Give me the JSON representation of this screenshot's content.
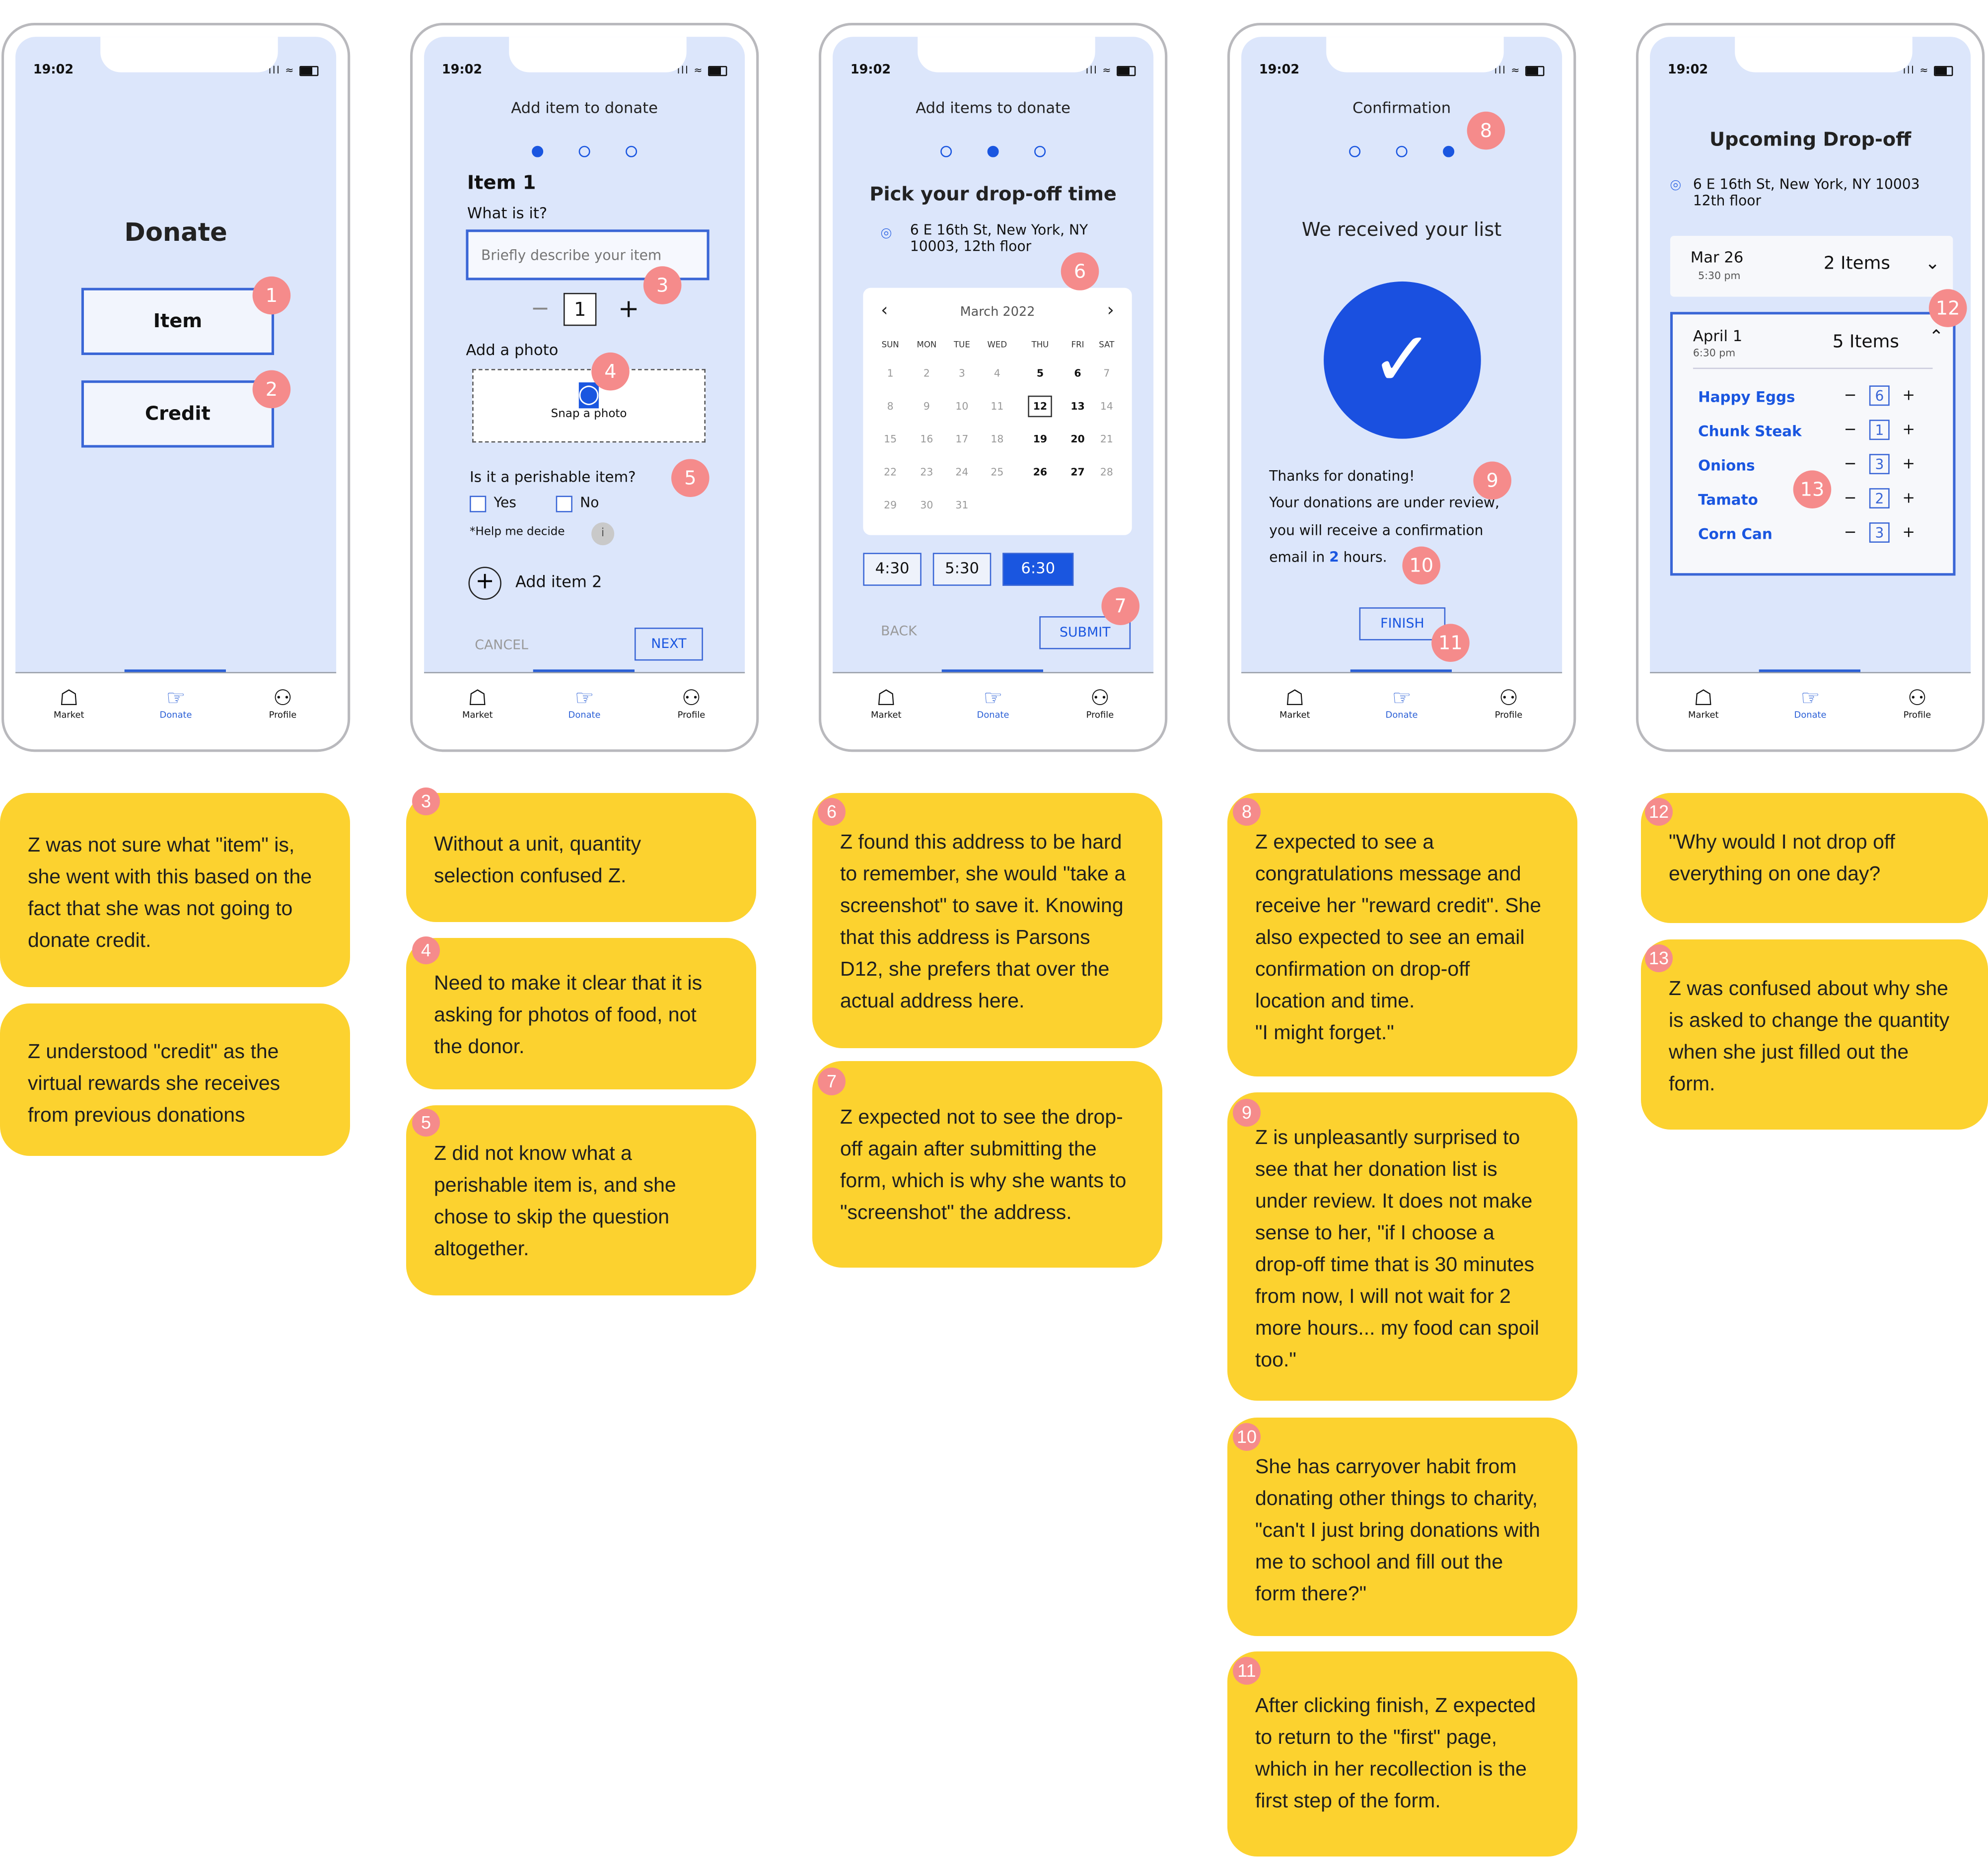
{
  "status": {
    "time": "19:02"
  },
  "tabs": [
    "Market",
    "Donate",
    "Profile"
  ],
  "screen1": {
    "title": "Donate",
    "item_btn": "Item",
    "credit_btn": "Credit"
  },
  "screen2": {
    "title": "Add item to donate",
    "item_heading": "Item 1",
    "what_label": "What is it?",
    "describe_placeholder": "Briefly describe your item",
    "qty_minus": "−",
    "qty_value": "1",
    "qty_plus": "+",
    "photo_label": "Add a photo",
    "snap_label": "Snap a photo",
    "perishable_q": "Is it a perishable item?",
    "yes": "Yes",
    "no": "No",
    "help": "*Help me decide",
    "info_icon": "i",
    "add_item2": "Add item 2",
    "cancel": "CANCEL",
    "next": "NEXT"
  },
  "screen3": {
    "title": "Add items to donate",
    "heading": "Pick your drop-off time",
    "address": "6 E 16th St, New York, NY 10003, 12th floor",
    "month": "March 2022",
    "dow": [
      "SUN",
      "MON",
      "TUE",
      "WED",
      "THU",
      "FRI",
      "SAT"
    ],
    "weeks": [
      [
        "1",
        "2",
        "3",
        "4",
        "5",
        "6",
        "7"
      ],
      [
        "8",
        "9",
        "10",
        "11",
        "12",
        "13",
        "14"
      ],
      [
        "15",
        "16",
        "17",
        "18",
        "19",
        "20",
        "21"
      ],
      [
        "22",
        "23",
        "24",
        "25",
        "26",
        "27",
        "28"
      ],
      [
        "29",
        "30",
        "31",
        "",
        "",
        "",
        ""
      ]
    ],
    "slots": [
      "4:30",
      "5:30",
      "6:30"
    ],
    "back": "BACK",
    "submit": "SUBMIT"
  },
  "screen4": {
    "title": "Confirmation",
    "heading": "We received your list",
    "thanks": "Thanks for donating!",
    "body1": "Your donations are under review,",
    "body2": "you  will  receive  a  confirmation",
    "body3a": "email in ",
    "body3b": "2",
    "body3c": " hours.",
    "finish": "FINISH"
  },
  "screen5": {
    "title": "Upcoming Drop-off",
    "address1": "6 E 16th St, New York, NY 10003",
    "address2": "12th floor",
    "card1": {
      "date": "Mar 26",
      "time": "5:30 pm",
      "count": "2 Items"
    },
    "card2": {
      "date": "April 1",
      "time": "6:30 pm",
      "count": "5 Items"
    },
    "items": [
      {
        "name": "Happy Eggs",
        "qty": "6"
      },
      {
        "name": "Chunk Steak",
        "qty": "1"
      },
      {
        "name": "Onions",
        "qty": "3"
      },
      {
        "name": "Tamato",
        "qty": "2"
      },
      {
        "name": "Corn Can",
        "qty": "3"
      }
    ]
  },
  "badges": [
    "1",
    "2",
    "3",
    "4",
    "5",
    "6",
    "7",
    "8",
    "9",
    "10",
    "11",
    "12",
    "13"
  ],
  "notes": {
    "n1": [
      "Z was not sure what \"item\" is,",
      "she went with this based on the",
      "fact that she was not going to",
      "donate credit."
    ],
    "n2": [
      "Z understood \"credit\" as the",
      "virtual rewards she receives",
      "from previous donations"
    ],
    "n3": [
      "Without a unit, quantity",
      "selection confused Z."
    ],
    "n4": [
      "Need to make it clear that it is",
      "asking for photos of food, not",
      "the donor."
    ],
    "n5": [
      "Z did not know what a",
      "perishable item is, and she",
      "chose to skip the question",
      "altogether."
    ],
    "n6": [
      "Z found this address to be hard",
      "to remember, she would \"take a",
      "screenshot\" to save it. Knowing",
      "that this address is Parsons",
      "D12, she prefers that over the",
      "actual address here."
    ],
    "n7": [
      "Z expected not to see the drop-",
      "off again after submitting the",
      "form, which is why she wants to",
      "\"screenshot\" the address."
    ],
    "n8": [
      "Z expected to see a",
      "congratulations message and",
      "receive her \"reward credit\". She",
      "also expected to see an email",
      "confirmation on drop-off",
      "location and time.",
      "\"I might forget.\""
    ],
    "n9": [
      "Z is unpleasantly surprised to",
      "see that her donation list is",
      "under review. It does not make",
      "sense to her, \"if I choose a",
      "drop-off time that is 30 minutes",
      "from now, I will not wait for 2",
      "more hours... my food can spoil",
      "too.\""
    ],
    "n10": [
      "She has carryover habit from",
      "donating other things to charity,",
      "\"can't I just bring donations with",
      "me to school and fill out the",
      "form there?\""
    ],
    "n11": [
      "After clicking finish, Z expected",
      "to return to the \"first\" page,",
      "which in her recollection is the",
      "first step of the form."
    ],
    "n12": [
      "\"Why would I not drop off",
      "everything on one day?"
    ],
    "n13": [
      "Z was confused about why she",
      "is asked to change the quantity",
      "when she just filled out the",
      "form."
    ]
  }
}
